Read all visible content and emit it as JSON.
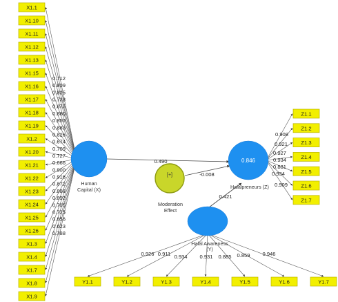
{
  "colors": {
    "construct": "#1e90f0",
    "moderation": "#c9d62a",
    "indicator": "#f2ef00"
  },
  "constructs": {
    "human_capital": {
      "label_line1": "Human",
      "label_line2": "Capital (X)"
    },
    "halalpreneurs": {
      "label": "Halalpreneurs (Z)",
      "r_squared": "0.846"
    },
    "halal_awareness": {
      "label_line1": "Halal Awareness",
      "label_line2": "(Y)"
    },
    "moderation": {
      "symbol": "[+]",
      "label_line1": "Moderation",
      "label_line2": "Effect"
    }
  },
  "x_indicators": [
    {
      "name": "X1.1",
      "loading": ""
    },
    {
      "name": "X1.10",
      "loading": ""
    },
    {
      "name": "X1.11",
      "loading": ""
    },
    {
      "name": "X1.12",
      "loading": ""
    },
    {
      "name": "X1.13",
      "loading": "0.712"
    },
    {
      "name": "X1.15",
      "loading": "0.809"
    },
    {
      "name": "X1.16",
      "loading": "0.805"
    },
    {
      "name": "X1.17",
      "loading": "0.738"
    },
    {
      "name": "X1.18",
      "loading": "0.875"
    },
    {
      "name": "X1.19",
      "loading": "0.880"
    },
    {
      "name": "X1.2",
      "loading": "0.850"
    },
    {
      "name": "X1.20",
      "loading": "0.883"
    },
    {
      "name": "X1.21",
      "loading": "0.826"
    },
    {
      "name": "X1.22",
      "loading": "0.674"
    },
    {
      "name": "X1.23",
      "loading": "0.709"
    },
    {
      "name": "X1.24",
      "loading": "0.727"
    },
    {
      "name": "X1.25",
      "loading": "0.666"
    },
    {
      "name": "X1.26",
      "loading": "0.900"
    },
    {
      "name": "X1.3",
      "loading": "0.916"
    },
    {
      "name": "X1.4",
      "loading": "0.872"
    },
    {
      "name": "X1.7",
      "loading": "0.888"
    },
    {
      "name": "X1.8",
      "loading": "0.892"
    },
    {
      "name": "X1.9",
      "loading": "0.705"
    }
  ],
  "x_loading_tail": [
    "0.725",
    "0.856",
    "0.623",
    "0.788"
  ],
  "z_indicators": [
    {
      "name": "Z1.1",
      "loading": "0.908"
    },
    {
      "name": "Z1.2",
      "loading": "0.921"
    },
    {
      "name": "Z1.3",
      "loading": "0.927"
    },
    {
      "name": "Z1.4",
      "loading": "0.934"
    },
    {
      "name": "Z1.5",
      "loading": "0.881"
    },
    {
      "name": "Z1.6",
      "loading": "0.934"
    },
    {
      "name": "Z1.7",
      "loading": "0.909"
    }
  ],
  "y_indicators": [
    {
      "name": "Y1.1",
      "loading": "0.926"
    },
    {
      "name": "Y1.2",
      "loading": "0.911"
    },
    {
      "name": "Y1.3",
      "loading": "0.934"
    },
    {
      "name": "Y1.4",
      "loading": "0.931"
    },
    {
      "name": "Y1.5",
      "loading": "0.885"
    },
    {
      "name": "Y1.6",
      "loading": "0.859"
    },
    {
      "name": "Y1.7",
      "loading": "0.946"
    }
  ],
  "paths": {
    "x_to_z": "0.490",
    "moderation_to_z": "-0.008",
    "y_to_z": "0.421"
  }
}
